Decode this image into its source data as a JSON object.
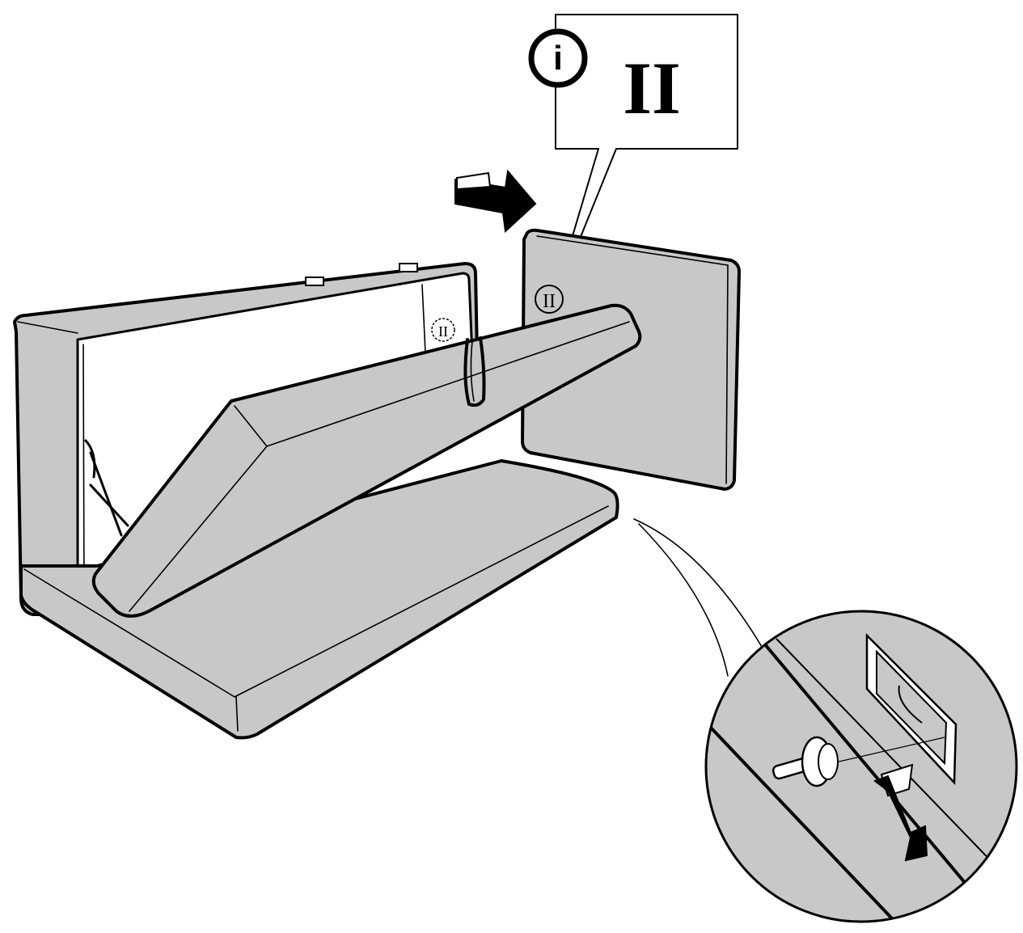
{
  "callout": {
    "info_symbol": "i",
    "label": "II"
  },
  "panel_marker": "II",
  "frame_marker": "II",
  "colors": {
    "fabric": "#c8c8c8",
    "ink": "#000000",
    "background": "#ffffff"
  },
  "icons": [
    "info-icon",
    "push-arrow-icon",
    "pull-arrow-icon"
  ]
}
